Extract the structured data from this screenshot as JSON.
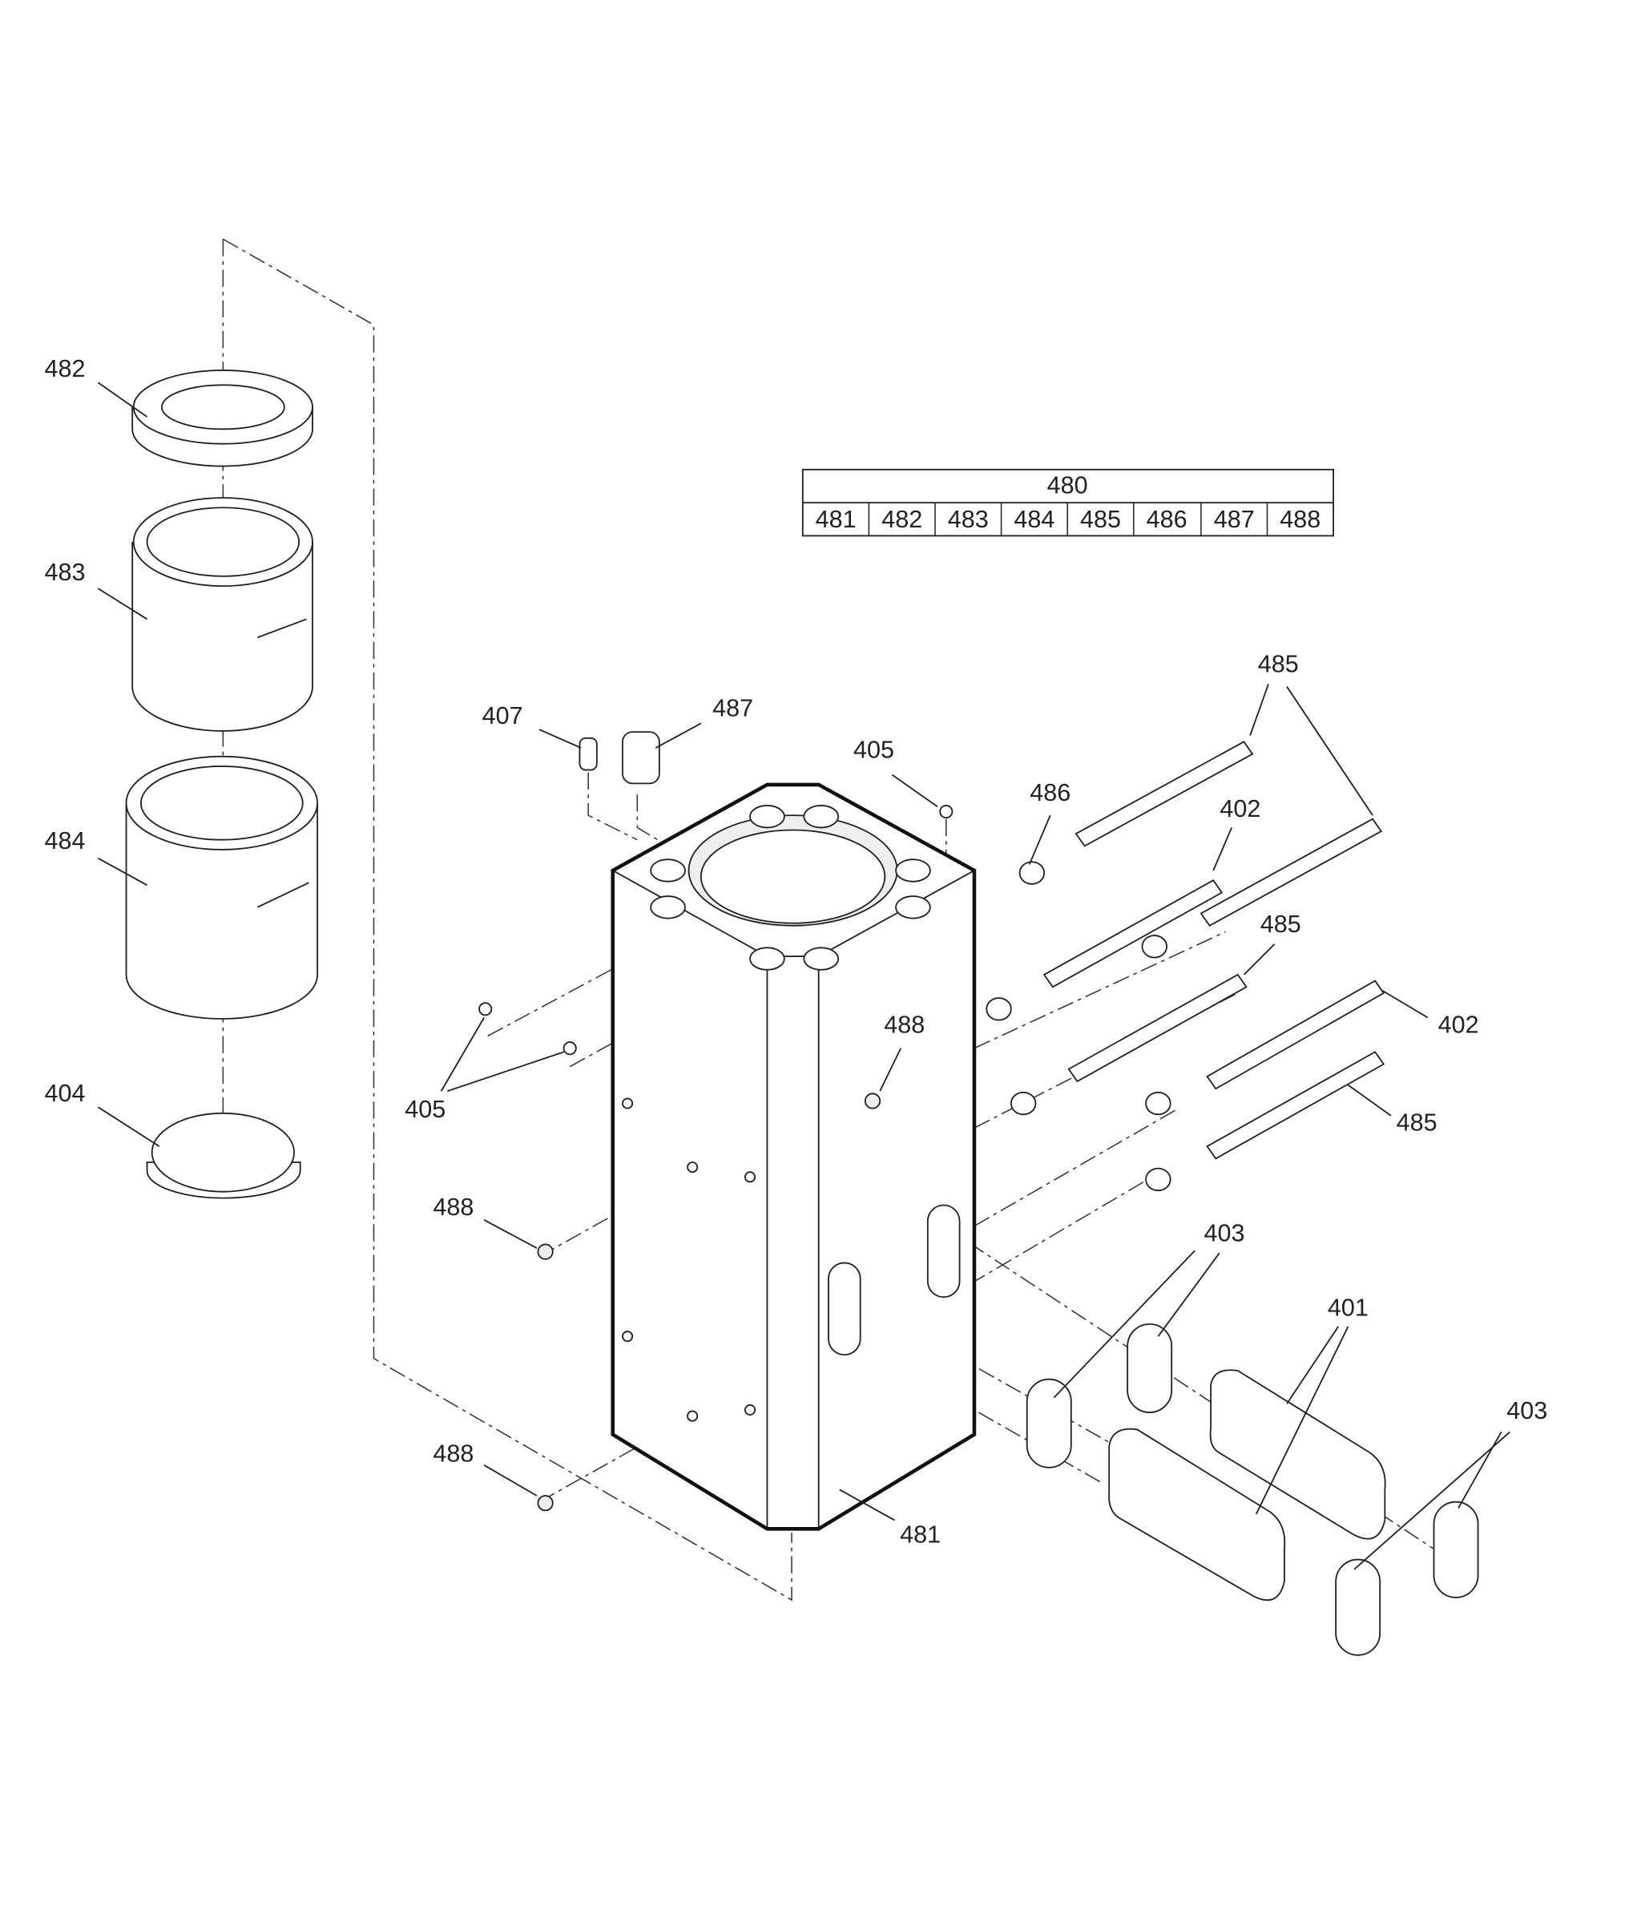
{
  "table": {
    "assembly": "480",
    "components": [
      "481",
      "482",
      "483",
      "484",
      "485",
      "486",
      "487",
      "488"
    ]
  },
  "callouts": [
    {
      "id": "c482a",
      "text": "482"
    },
    {
      "id": "c483",
      "text": "483"
    },
    {
      "id": "c484",
      "text": "484"
    },
    {
      "id": "c404",
      "text": "404"
    },
    {
      "id": "c407",
      "text": "407"
    },
    {
      "id": "c487",
      "text": "487"
    },
    {
      "id": "c405a",
      "text": "405"
    },
    {
      "id": "c486",
      "text": "486"
    },
    {
      "id": "c485a",
      "text": "485"
    },
    {
      "id": "c402a",
      "text": "402"
    },
    {
      "id": "c485b",
      "text": "485"
    },
    {
      "id": "c402b",
      "text": "402"
    },
    {
      "id": "c488a",
      "text": "488"
    },
    {
      "id": "c405b",
      "text": "405"
    },
    {
      "id": "c485c",
      "text": "485"
    },
    {
      "id": "c488b",
      "text": "488"
    },
    {
      "id": "c403a",
      "text": "403"
    },
    {
      "id": "c401",
      "text": "401"
    },
    {
      "id": "c403b",
      "text": "403"
    },
    {
      "id": "c488c",
      "text": "488"
    },
    {
      "id": "c481",
      "text": "481"
    }
  ]
}
